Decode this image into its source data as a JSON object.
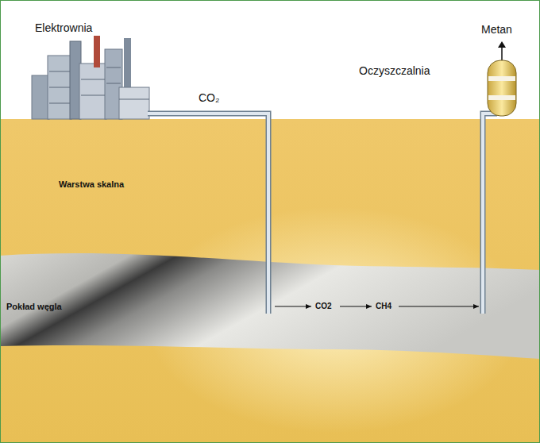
{
  "diagram": {
    "labels": [
      "Elektrownia",
      "Metan",
      "CO₂",
      "Oczyszczalnia",
      "Warstwa skalna",
      "Pokład węgla",
      "CO2",
      "CH4"
    ]
  }
}
